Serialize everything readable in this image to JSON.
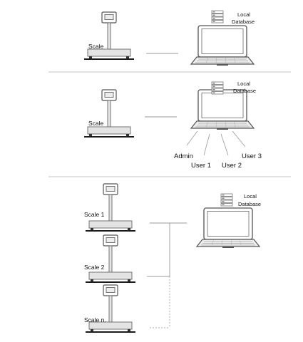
{
  "sections": [
    {
      "scales": [
        "Scale"
      ],
      "database_label": [
        "Local",
        "Database"
      ],
      "users": []
    },
    {
      "scales": [
        "Scale"
      ],
      "database_label": [
        "Local",
        "Database"
      ],
      "users": [
        "Admin",
        "User 1",
        "User 2",
        "User 3"
      ]
    },
    {
      "scales": [
        "Scale 1",
        "Scale 2",
        "Scale n."
      ],
      "database_label": [
        "Local",
        "Database"
      ],
      "users": []
    }
  ],
  "colors": {
    "line": "#999999",
    "outline": "#555555",
    "fill": "#e8e8e8",
    "divider": "#d0d0d0"
  },
  "icons": [
    "scale-icon",
    "laptop-icon",
    "database-icon"
  ]
}
